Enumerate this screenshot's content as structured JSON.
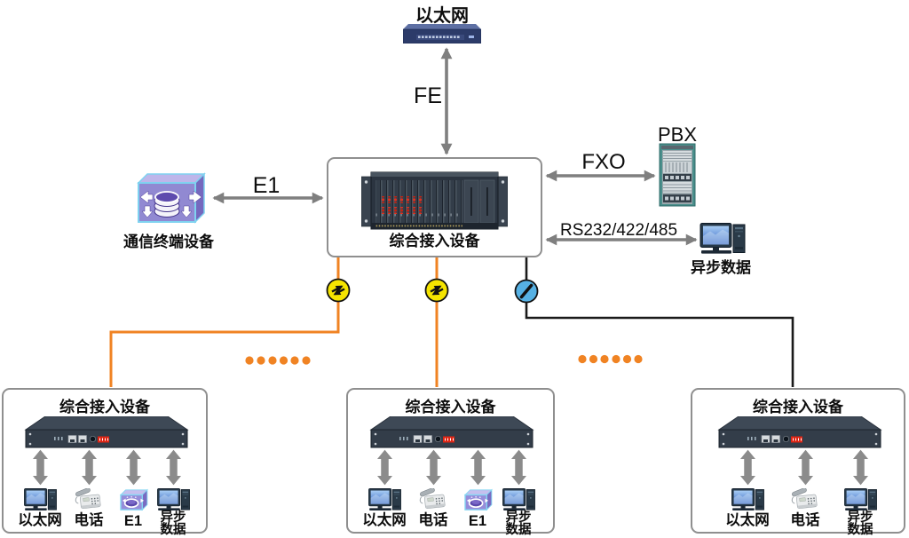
{
  "colors": {
    "orange_line": "#F08323",
    "black_line": "#1A1A1A",
    "arrow_gray": "#7F7F7F",
    "box_border": "#8F8F8F",
    "connector_yellow": "#F5E400",
    "connector_blue": "#56B1E4"
  },
  "top": {
    "ethernet_label": "以太网",
    "fe_link_label": "FE",
    "switch_icon": "ethernet-switch-icon"
  },
  "center": {
    "title": "综合接入设备",
    "device_icon": "access-rack-icon"
  },
  "terminal": {
    "label": "通信终端设备",
    "link_label": "E1",
    "icon": "terminal-device-icon"
  },
  "pbx": {
    "label": "PBX",
    "link_label": "FXO",
    "icon": "pbx-rack-icon"
  },
  "async": {
    "label": "异步数据",
    "link_label": "RS232/422/485",
    "icon": "computer-icon"
  },
  "separators": {
    "left_dots": 6,
    "right_dots": 6
  },
  "bottom_boxes": [
    {
      "title": "综合接入设备",
      "device_icon": "access-device-1u-icon",
      "ports": [
        {
          "icon": "computer-icon",
          "label": "以太网"
        },
        {
          "icon": "telephone-icon",
          "label": "电话"
        },
        {
          "icon": "e1-module-icon",
          "label": "E1"
        },
        {
          "icon": "computer-icon",
          "label": "异步",
          "label2": "数据"
        }
      ]
    },
    {
      "title": "综合接入设备",
      "device_icon": "access-device-1u-icon",
      "ports": [
        {
          "icon": "computer-icon",
          "label": "以太网"
        },
        {
          "icon": "telephone-icon",
          "label": "电话"
        },
        {
          "icon": "e1-module-icon",
          "label": "E1"
        },
        {
          "icon": "computer-icon",
          "label": "异步",
          "label2": "数据"
        }
      ]
    },
    {
      "title": "综合接入设备",
      "device_icon": "access-device-1u-icon",
      "ports": [
        {
          "icon": "computer-icon",
          "label": "以太网"
        },
        {
          "icon": "telephone-icon",
          "label": "电话"
        },
        {
          "icon": "computer-icon",
          "label": "异步",
          "label2": "数据"
        }
      ]
    }
  ]
}
